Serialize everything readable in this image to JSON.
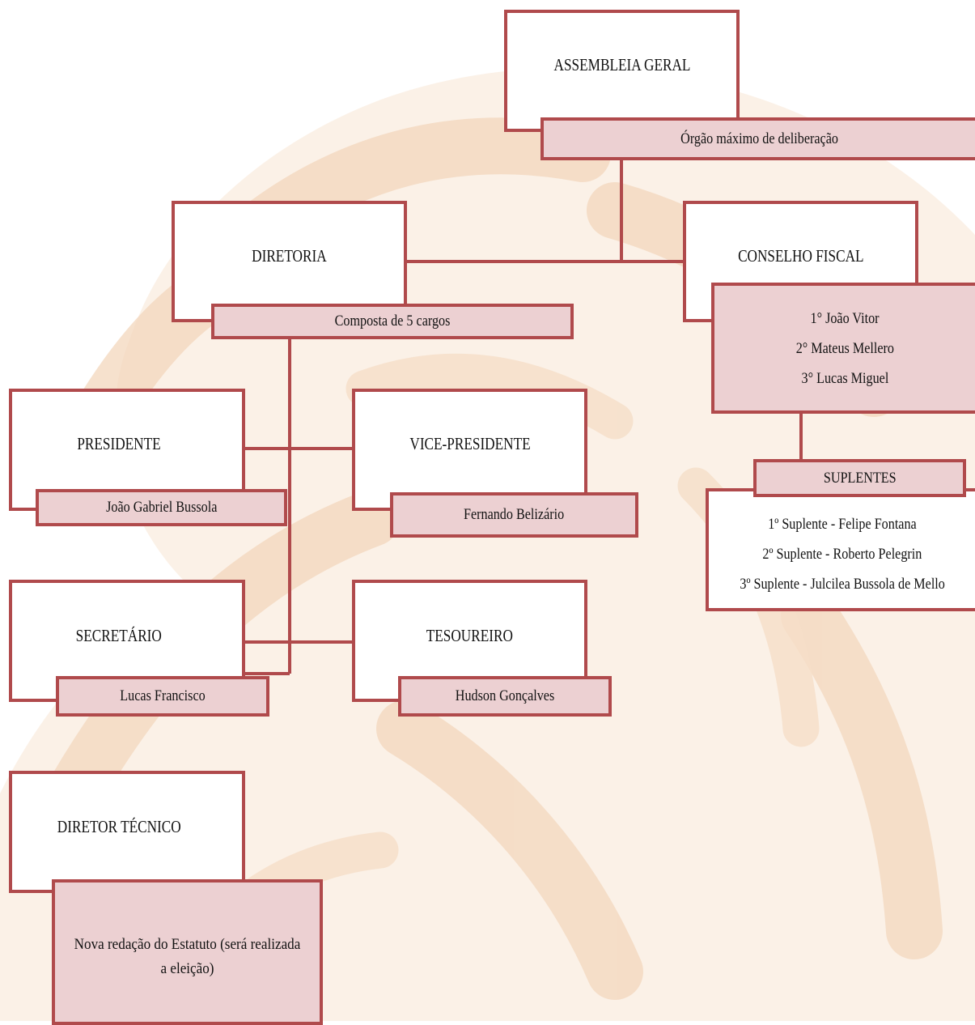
{
  "colors": {
    "border": "#b04a4c",
    "caption_fill": "#ecd0d2",
    "watermark": "#f8e6d4"
  },
  "assembleia": {
    "title": "ASSEMBLEIA GERAL",
    "caption": "Órgão máximo de deliberação"
  },
  "diretoria": {
    "title": "DIRETORIA",
    "caption": "Composta de 5 cargos"
  },
  "conselho_fiscal": {
    "title": "CONSELHO FISCAL",
    "members": [
      "1° João Vitor",
      "2° Mateus Mellero",
      "3° Lucas Miguel"
    ]
  },
  "suplentes": {
    "title": "SUPLENTES",
    "members": [
      "1º Suplente - Felipe Fontana",
      "2º Suplente - Roberto Pelegrin",
      "3º Suplente - Julcilea Bussola de Mello"
    ]
  },
  "presidente": {
    "title": "PRESIDENTE",
    "name": "João Gabriel  Bussola"
  },
  "vice_presidente": {
    "title": "VICE-PRESIDENTE",
    "name": "Fernando Belizário"
  },
  "secretario": {
    "title": "SECRETÁRIO",
    "name": "Lucas Francisco"
  },
  "tesoureiro": {
    "title": "TESOUREIRO",
    "name": "Hudson Gonçalves"
  },
  "diretor_tecnico": {
    "title": "DIRETOR TÉCNICO",
    "note": "Nova redação do Estatuto (será realizada a eleição)"
  }
}
